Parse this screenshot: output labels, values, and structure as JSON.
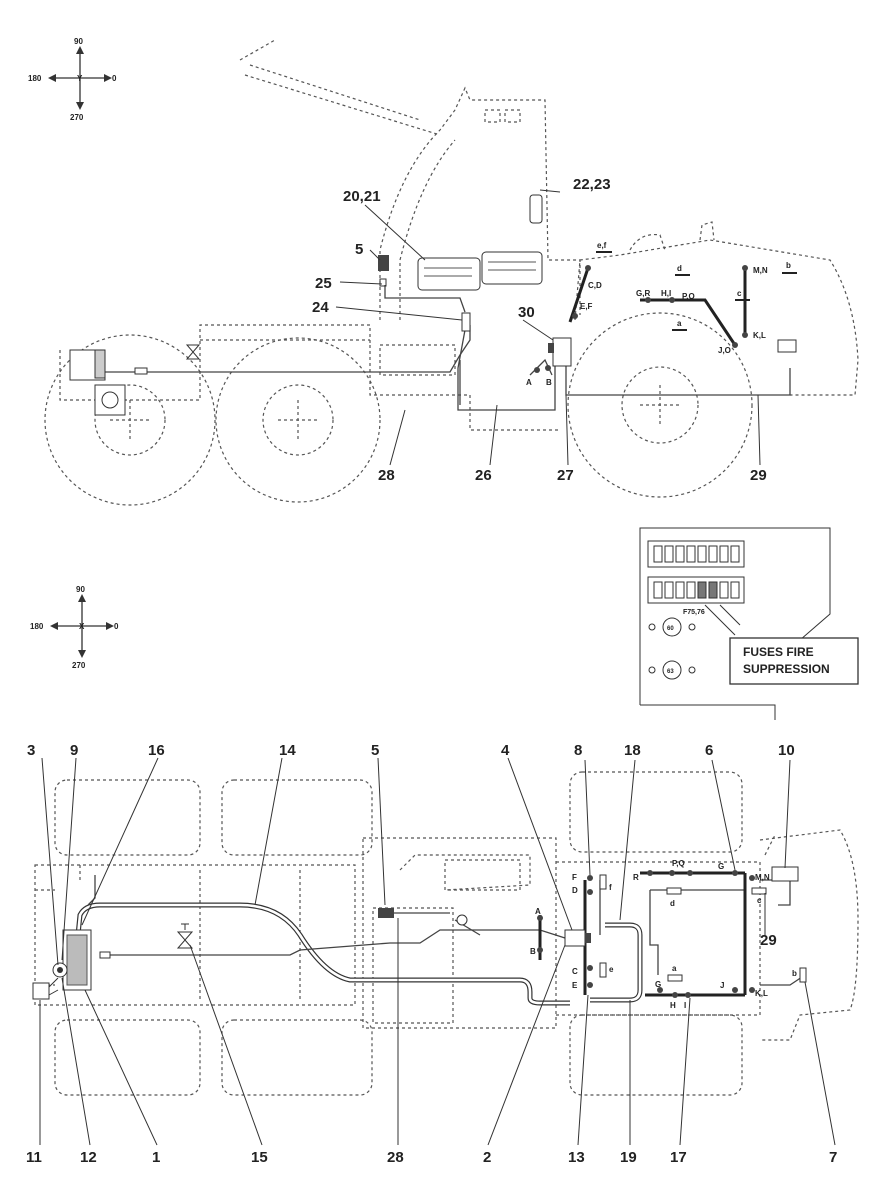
{
  "compass_top": {
    "n": "90",
    "w": "180",
    "e": "0",
    "s": "270",
    "axis": "Y"
  },
  "compass_bottom": {
    "n": "90",
    "w": "180",
    "e": "0",
    "s": "270",
    "axis": "X"
  },
  "side_view_labels": {
    "l20_21": "20,21",
    "l22_23": "22,23",
    "l5": "5",
    "l25": "25",
    "l24": "24",
    "l30": "30",
    "l28": "28",
    "l26": "26",
    "l27": "27",
    "l29": "29"
  },
  "side_view_small": {
    "ef": "e,f",
    "cd": "C,D",
    "ef2": "E,F",
    "d": "d",
    "gr": "G,R",
    "hi": "H,I",
    "pq": "P,Q",
    "c": "c",
    "mn": "M,N",
    "b": "b",
    "a": "a",
    "jo": "J,O",
    "kl": "K,L",
    "A": "A",
    "B": "B"
  },
  "fuse_panel": {
    "fuse_id": "F75,76",
    "note_line1": "FUSES FIRE",
    "note_line2": "SUPPRESSION",
    "relay1": "60",
    "relay2": "63"
  },
  "top_view_labels": {
    "l3": "3",
    "l9": "9",
    "l16": "16",
    "l14": "14",
    "l5": "5",
    "l4": "4",
    "l8": "8",
    "l18": "18",
    "l6": "6",
    "l10": "10",
    "l29": "29",
    "l11": "11",
    "l12": "12",
    "l1": "1",
    "l15": "15",
    "l28": "28",
    "l2": "2",
    "l13": "13",
    "l19": "19",
    "l17": "17",
    "l7": "7"
  },
  "top_view_small": {
    "F": "F",
    "D": "D",
    "f": "f",
    "A": "A",
    "B": "B",
    "C": "C",
    "E": "E",
    "e": "e",
    "PQ": "P,Q",
    "G1": "G",
    "MN": "M,N",
    "d": "d",
    "c": "c",
    "R": "R",
    "a": "a",
    "G2": "G",
    "H": "H",
    "I": "I",
    "J": "J",
    "KL": "K,L",
    "b": "b"
  }
}
